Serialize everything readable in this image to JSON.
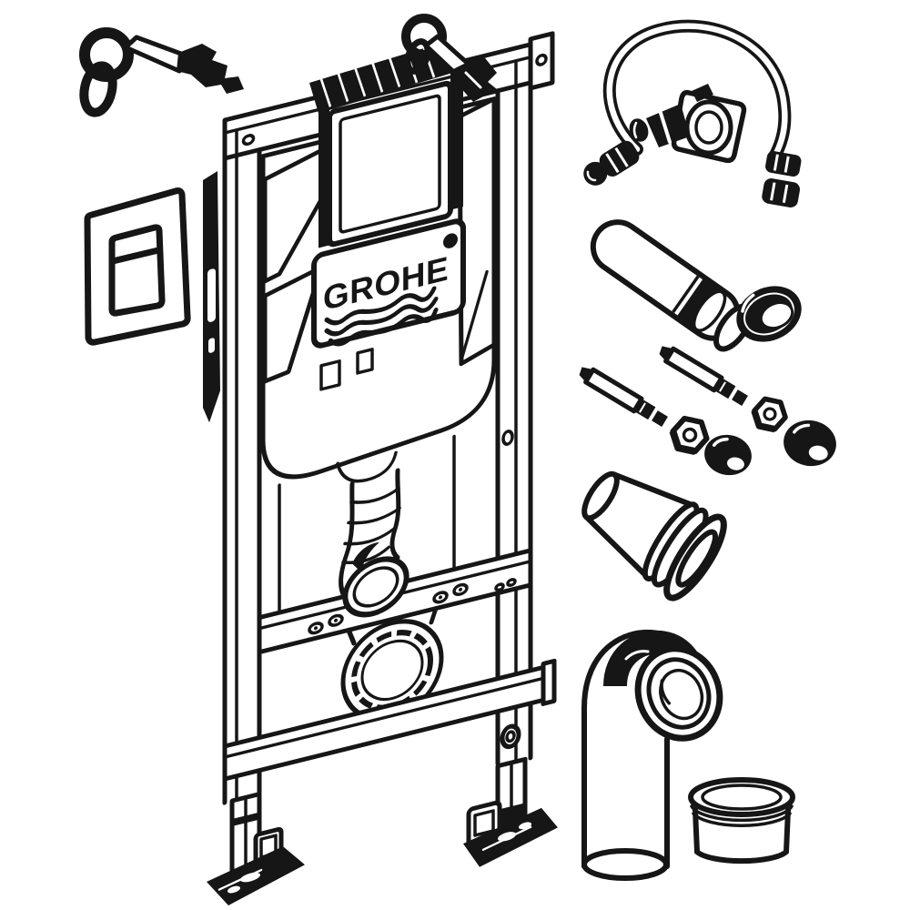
{
  "image": {
    "kind": "technical line illustration",
    "title": "GROHE Rapid SL WC installation frame with concealed cistern and accessories",
    "background_color": "#ffffff",
    "ink_color": "#161616"
  },
  "brand": {
    "logo_text": "GROHE",
    "registered_mark": "®"
  },
  "parts": [
    {
      "id": "wall-anchor-loose",
      "desc": "wall anchor bracket with hanger bolt (loose part, top left)"
    },
    {
      "id": "flush-actuation-plate",
      "desc": "dual-flush actuation plate (left)"
    },
    {
      "id": "mounting-frame",
      "desc": "steel installation frame with concealed cistern, GROHE label, flush bend, mounting crossbars, drain holder ring and adjustable feet"
    },
    {
      "id": "frame-wall-anchor",
      "desc": "wall anchor mounted on frame top rail"
    },
    {
      "id": "water-supply-hose",
      "desc": "curved water supply hose with angle valve and wall flange (top right)"
    },
    {
      "id": "flush-pipe",
      "desc": "flush pipe with seal band (right)"
    },
    {
      "id": "seal-ring",
      "desc": "rubber seal ring"
    },
    {
      "id": "threaded-rod-1",
      "desc": "threaded mounting rod"
    },
    {
      "id": "threaded-rod-2",
      "desc": "threaded mounting rod"
    },
    {
      "id": "hex-nut-1",
      "desc": "hexagon nut"
    },
    {
      "id": "hex-nut-2",
      "desc": "hexagon nut"
    },
    {
      "id": "cover-cap-1",
      "desc": "dome cover cap"
    },
    {
      "id": "cover-cap-2",
      "desc": "dome cover cap"
    },
    {
      "id": "wall-sleeve",
      "desc": "connection sleeve / pipe collar"
    },
    {
      "id": "drain-elbow",
      "desc": "90-degree drain elbow pipe"
    },
    {
      "id": "reducer-seal",
      "desc": "cylindrical reducer seal sleeve"
    }
  ]
}
